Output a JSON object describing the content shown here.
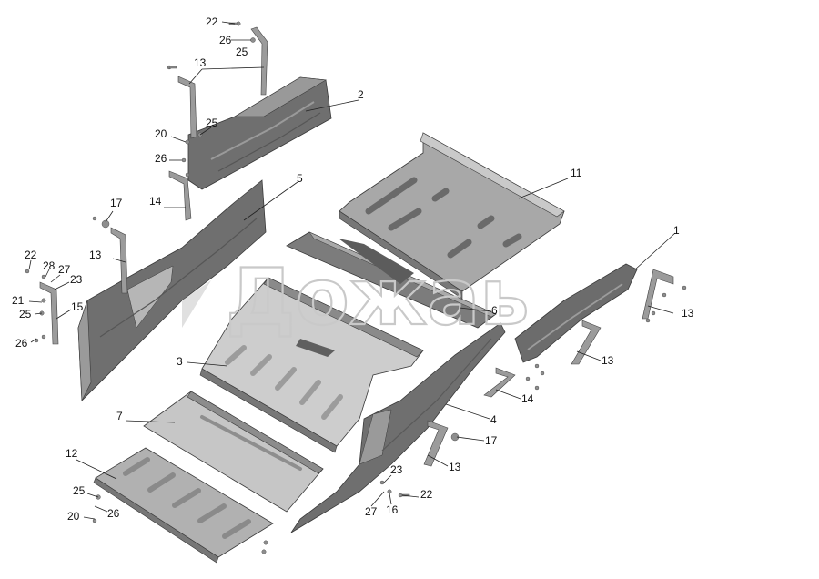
{
  "watermark": "Дожаь",
  "labels": [
    "22",
    "26",
    "25",
    "13",
    "2",
    "20",
    "25",
    "26",
    "14",
    "17",
    "11",
    "5",
    "1",
    "22",
    "28",
    "27",
    "23",
    "13",
    "21",
    "25",
    "15",
    "26",
    "6",
    "13",
    "3",
    "13",
    "14",
    "4",
    "7",
    "17",
    "12",
    "13",
    "23",
    "25",
    "22",
    "27",
    "16",
    "20",
    "26"
  ],
  "colors": {
    "panel_dark": "#6c6c6c",
    "panel_mid": "#9a9a9a",
    "panel_light": "#c8c8c8",
    "outline": "#3a3a3a",
    "label_text": "#111111",
    "watermark_stroke": "#c9c9c9"
  }
}
